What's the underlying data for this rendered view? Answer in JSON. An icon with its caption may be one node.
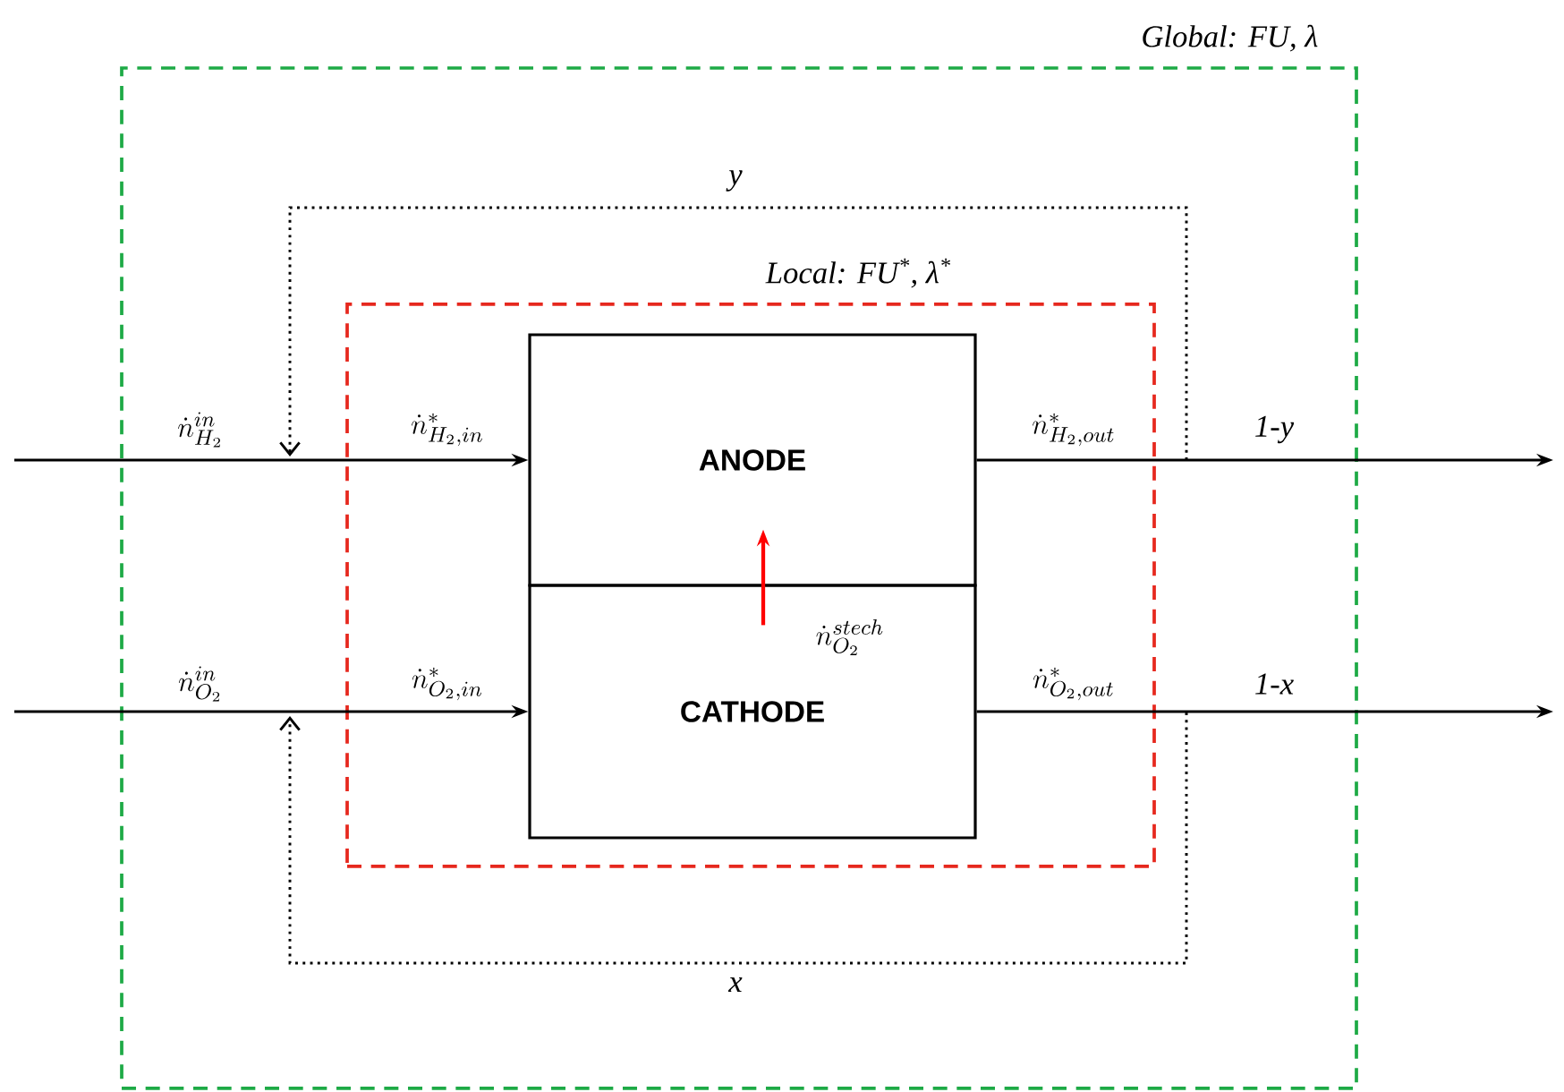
{
  "diagram": {
    "nodes": [
      {
        "text": [
          "Global: FU, λ"
        ]
      },
      {
        "text": [
          "Local: FU$^{*}$, λ$^{*}$"
        ],
        "in": 0
      },
      {
        "text": [
          "ANODE"
        ],
        "in": 1
      },
      {
        "text": [
          "CATHODE"
        ],
        "in": 1
      }
    ],
    "edges": [
      {
        "from": null,
        "to": 2,
        "arrow": "to",
        "label": "\\dot{n}^{*}_{H_2,in}"
      },
      {
        "from": null,
        "to": 3,
        "arrow": "to",
        "label": "\\dot{n}^{*}_{O_2,in}"
      },
      {
        "from": 2,
        "to": null,
        "arrow": "to",
        "label": "\\dot{n}^{*}_{H_2,out}"
      },
      {
        "from": 3,
        "to": null,
        "arrow": "to",
        "label": "\\dot{n}^{*}_{O_2,out}"
      },
      {
        "from": 3,
        "to": 2,
        "arrow": "to",
        "color": "#ff0000",
        "label": "\\dot{n}_{O_2}^{stech}"
      }
    ],
    "labels": [
      "y",
      "\\dot{n}_{H_2}^{in}",
      "1-y",
      "\\dot{n}_{O_2}^{in}",
      "1-x",
      "x"
    ]
  }
}
